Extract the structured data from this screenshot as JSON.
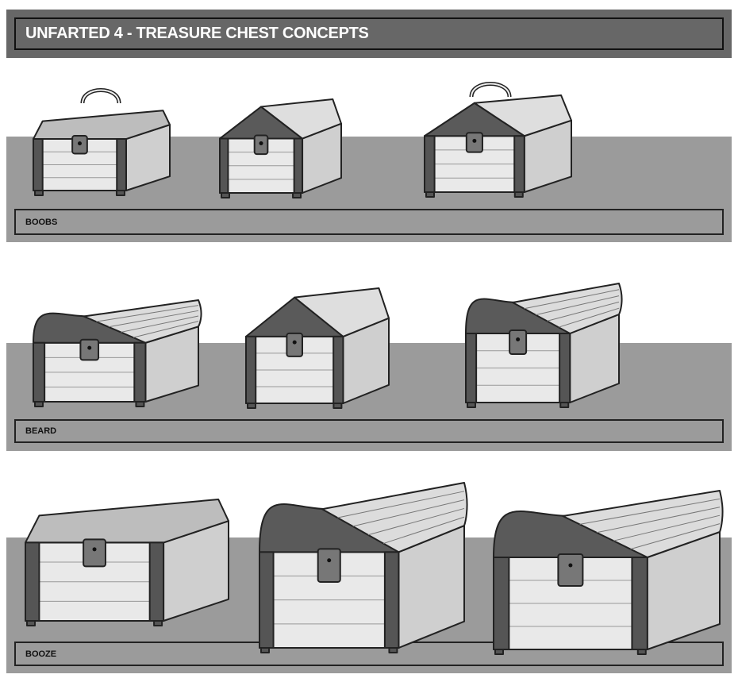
{
  "header": {
    "title": "UNFARTED 4 - TREASURE CHEST CONCEPTS"
  },
  "sections": [
    {
      "label": "BOOBS"
    },
    {
      "label": "BEARD"
    },
    {
      "label": "BOOZE"
    }
  ],
  "colors": {
    "title_bg": "#676767",
    "band_bg": "#9b9b9b",
    "line": "#222222"
  }
}
